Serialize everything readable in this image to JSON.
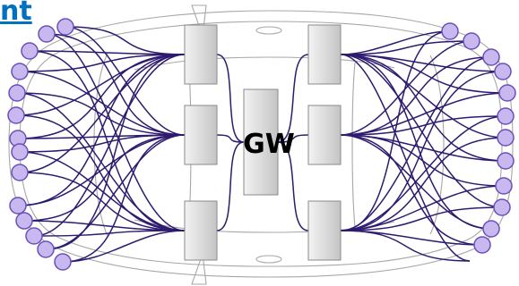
{
  "heading": {
    "text": "nt",
    "color": "#0070c0"
  },
  "gateway": {
    "label": "GW"
  },
  "colors": {
    "wire": "#2e1a6e",
    "sensor_fill": "#c9b8f0",
    "sensor_stroke": "#6a50b8",
    "box_fill_light": "#f3f3f3",
    "box_fill_dark": "#c4c4c4",
    "box_stroke": "#8a8a8a",
    "car_outline": "#a7a7a7"
  },
  "ecus": {
    "left": [
      "ecu-left-top",
      "ecu-left-middle",
      "ecu-left-bottom"
    ],
    "right": [
      "ecu-right-top",
      "ecu-right-middle",
      "ecu-right-bottom"
    ]
  },
  "sensors": {
    "left_count": 14,
    "right_count": 12
  }
}
